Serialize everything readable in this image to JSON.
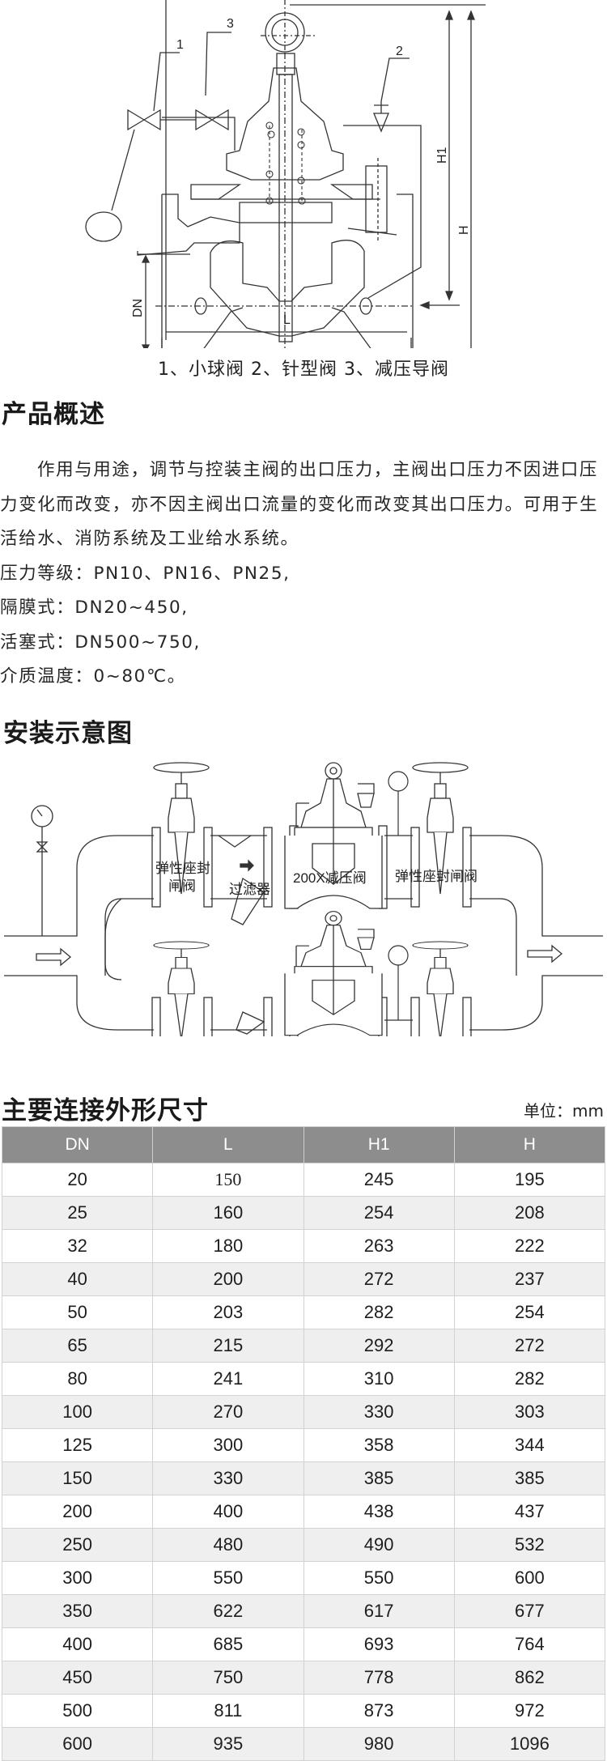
{
  "valve_drawing": {
    "callouts": [
      "1",
      "2",
      "3"
    ],
    "dimension_labels": {
      "h1": "H1",
      "h": "H",
      "dn": "DN",
      "l": "L"
    },
    "caption": "1、小球阀 2、针型阀 3、减压导阀"
  },
  "overview": {
    "heading": "产品概述",
    "paragraph_lines": [
      "作用与用途，调节与控装主阀的出口压力，主阀出口压力不因进口压",
      "力变化而改变，亦不因主阀出口流量的变化而改变其出口压力。可用于生",
      "活给水、消防系统及工业给水系统。"
    ],
    "specs": [
      "压力等级：PN10、PN16、PN25,",
      "隔膜式：DN20~450,",
      "活塞式：DN500~750,",
      "介质温度：0~80℃。"
    ]
  },
  "installation": {
    "heading": "安装示意图",
    "labels": {
      "gate_valve_left_line1": "弹性座封",
      "gate_valve_left_line2": "闸阀",
      "strainer": "过滤器",
      "prv": "200X减压阀",
      "gate_valve_right": "弹性座封闸阀"
    }
  },
  "dimensions": {
    "heading": "主要连接外形尺寸",
    "unit": "单位：mm",
    "columns": [
      "DN",
      "L",
      "H1",
      "H"
    ],
    "rows": [
      [
        "20",
        "150",
        "245",
        "195"
      ],
      [
        "25",
        "160",
        "254",
        "208"
      ],
      [
        "32",
        "180",
        "263",
        "222"
      ],
      [
        "40",
        "200",
        "272",
        "237"
      ],
      [
        "50",
        "203",
        "282",
        "254"
      ],
      [
        "65",
        "215",
        "292",
        "272"
      ],
      [
        "80",
        "241",
        "310",
        "282"
      ],
      [
        "100",
        "270",
        "330",
        "303"
      ],
      [
        "125",
        "300",
        "358",
        "344"
      ],
      [
        "150",
        "330",
        "385",
        "385"
      ],
      [
        "200",
        "400",
        "438",
        "437"
      ],
      [
        "250",
        "480",
        "490",
        "532"
      ],
      [
        "300",
        "550",
        "550",
        "600"
      ],
      [
        "350",
        "622",
        "617",
        "677"
      ],
      [
        "400",
        "685",
        "693",
        "764"
      ],
      [
        "450",
        "750",
        "778",
        "862"
      ],
      [
        "500",
        "811",
        "873",
        "972"
      ],
      [
        "600",
        "935",
        "980",
        "1096"
      ]
    ]
  }
}
